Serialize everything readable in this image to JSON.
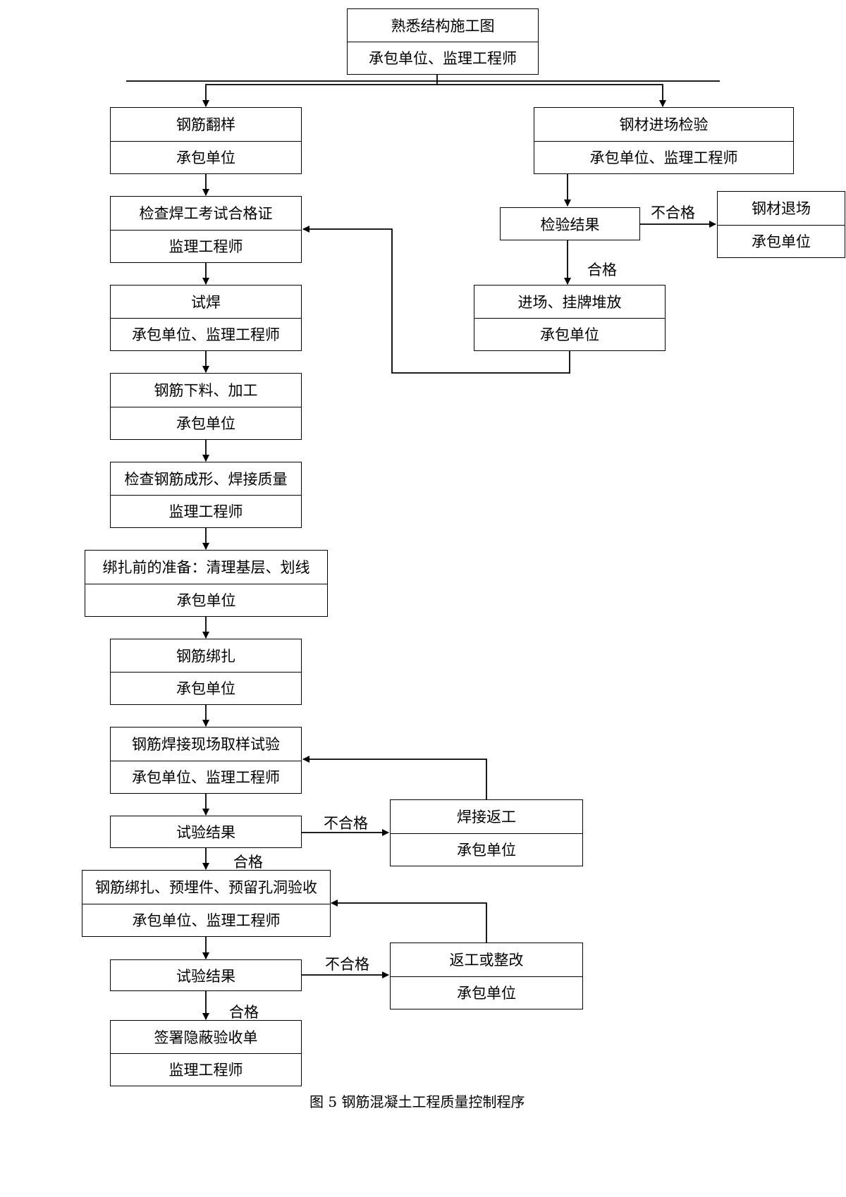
{
  "nodes": {
    "n1": {
      "title": "熟悉结构施工图",
      "role": "承包单位、监理工程师"
    },
    "n2": {
      "title": "钢筋翻样",
      "role": "承包单位"
    },
    "n3": {
      "title": "钢材进场检验",
      "role": "承包单位、监理工程师"
    },
    "n4": {
      "title": "检查焊工考试合格证",
      "role": "监理工程师"
    },
    "n5": {
      "title": "检验结果"
    },
    "n6": {
      "title": "钢材退场",
      "role": "承包单位"
    },
    "n7": {
      "title": "试焊",
      "role": "承包单位、监理工程师"
    },
    "n8": {
      "title": "进场、挂牌堆放",
      "role": "承包单位"
    },
    "n9": {
      "title": "钢筋下料、加工",
      "role": "承包单位"
    },
    "n10": {
      "title": "检查钢筋成形、焊接质量",
      "role": "监理工程师"
    },
    "n11": {
      "title": "绑扎前的准备：清理基层、划线",
      "role": "承包单位"
    },
    "n12": {
      "title": "钢筋绑扎",
      "role": "承包单位"
    },
    "n13": {
      "title": "钢筋焊接现场取样试验",
      "role": "承包单位、监理工程师"
    },
    "n14": {
      "title": "试验结果"
    },
    "n15": {
      "title": "焊接返工",
      "role": "承包单位"
    },
    "n16": {
      "title": "钢筋绑扎、预埋件、预留孔洞验收",
      "role": "承包单位、监理工程师"
    },
    "n17": {
      "title": "试验结果"
    },
    "n18": {
      "title": "返工或整改",
      "role": "承包单位"
    },
    "n19": {
      "title": "签署隐蔽验收单",
      "role": "监理工程师"
    }
  },
  "edge_labels": {
    "fail_material": "不合格",
    "pass_material": "合格",
    "fail_weld": "不合格",
    "pass_weld": "合格",
    "fail_accept": "不合格",
    "pass_accept": "合格"
  },
  "caption": "图 5  钢筋混凝土工程质量控制程序"
}
